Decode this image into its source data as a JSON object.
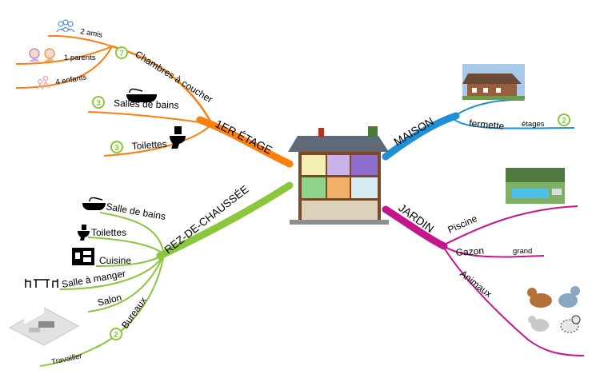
{
  "colors": {
    "upper": "#ff7f0e",
    "ground": "#8cc63f",
    "house": "#1f8fd6",
    "garden": "#c4168c",
    "badge": "#8cc63f"
  },
  "center": {
    "icon": "house-cutaway-image"
  },
  "upper": {
    "label": "1ER ÉTAGE",
    "bedrooms": {
      "label": "Chambres à coucher",
      "count": "7",
      "items": [
        {
          "label": "2 amis",
          "icon": "friends-icon"
        },
        {
          "label": "1 parents",
          "icon": "parents-icon"
        },
        {
          "label": "4 enfants",
          "icon": "children-icon"
        }
      ]
    },
    "bath": {
      "label": "Salles de bains",
      "count": "3",
      "icon": "bathtub-icon"
    },
    "toilets": {
      "label": "Toilettes",
      "count": "3",
      "icon": "toilet-icon"
    }
  },
  "ground": {
    "label": "REZ-DE-CHAUSSÉE",
    "items": {
      "bath": {
        "label": "Salle de bains",
        "icon": "bathtub-icon"
      },
      "toilets": {
        "label": "Toilettes",
        "icon": "toilet-icon"
      },
      "kitchen": {
        "label": "Cuisine",
        "icon": "kitchen-icon"
      },
      "dining": {
        "label": "Salle à manger",
        "icon": "dining-table-icon"
      },
      "living": {
        "label": "Salon",
        "icon": "living-room-image"
      },
      "offices": {
        "label": "Bureaux",
        "count": "2",
        "work": "Travailler"
      }
    }
  },
  "house": {
    "label": "MAISON",
    "farm": {
      "label": "fermette",
      "floors": "étages",
      "count": "2",
      "icon": "farmhouse-photo"
    }
  },
  "garden": {
    "label": "JARDIN",
    "pool": {
      "label": "Piscine",
      "icon": "pool-photo"
    },
    "lawn": {
      "label": "Gazon",
      "size": "grand"
    },
    "animals": {
      "label": "Animaux",
      "icon": "farm-animals-icon"
    }
  }
}
